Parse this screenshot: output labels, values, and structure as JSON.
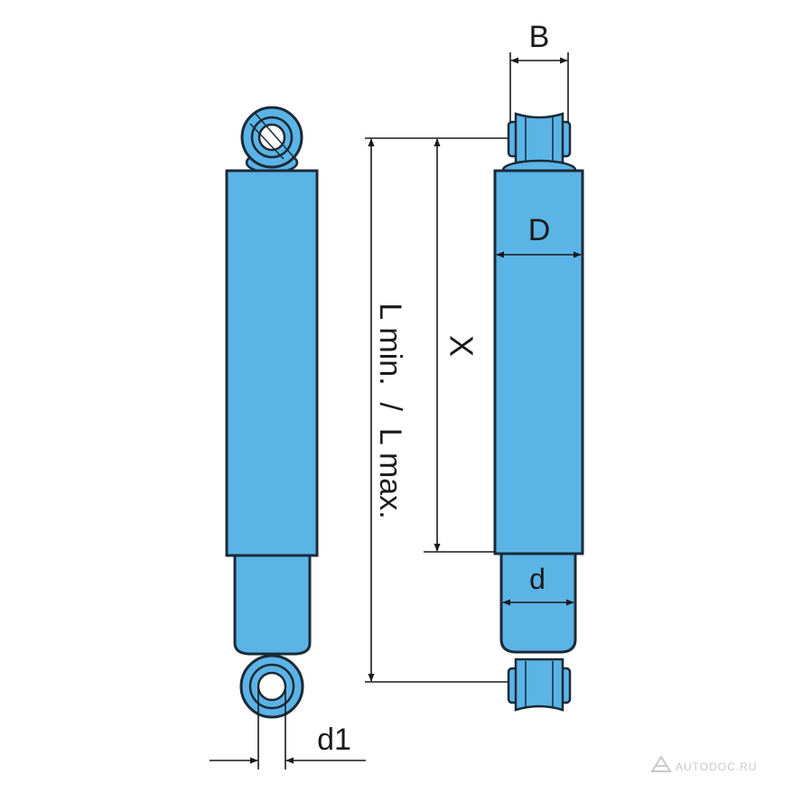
{
  "labels": {
    "b": "B",
    "D": "D",
    "x": "X",
    "d": "d",
    "d1": "d1",
    "length": "L min.  /  L max."
  },
  "watermark": "AUTODOC.RU",
  "icons": {
    "watermark_logo": "autodoc-logo-icon"
  },
  "colors": {
    "body_fill": "#5bb4e6",
    "outline": "#1b2a38",
    "dimension_line": "#1a1a1a",
    "background": "#ffffff"
  }
}
